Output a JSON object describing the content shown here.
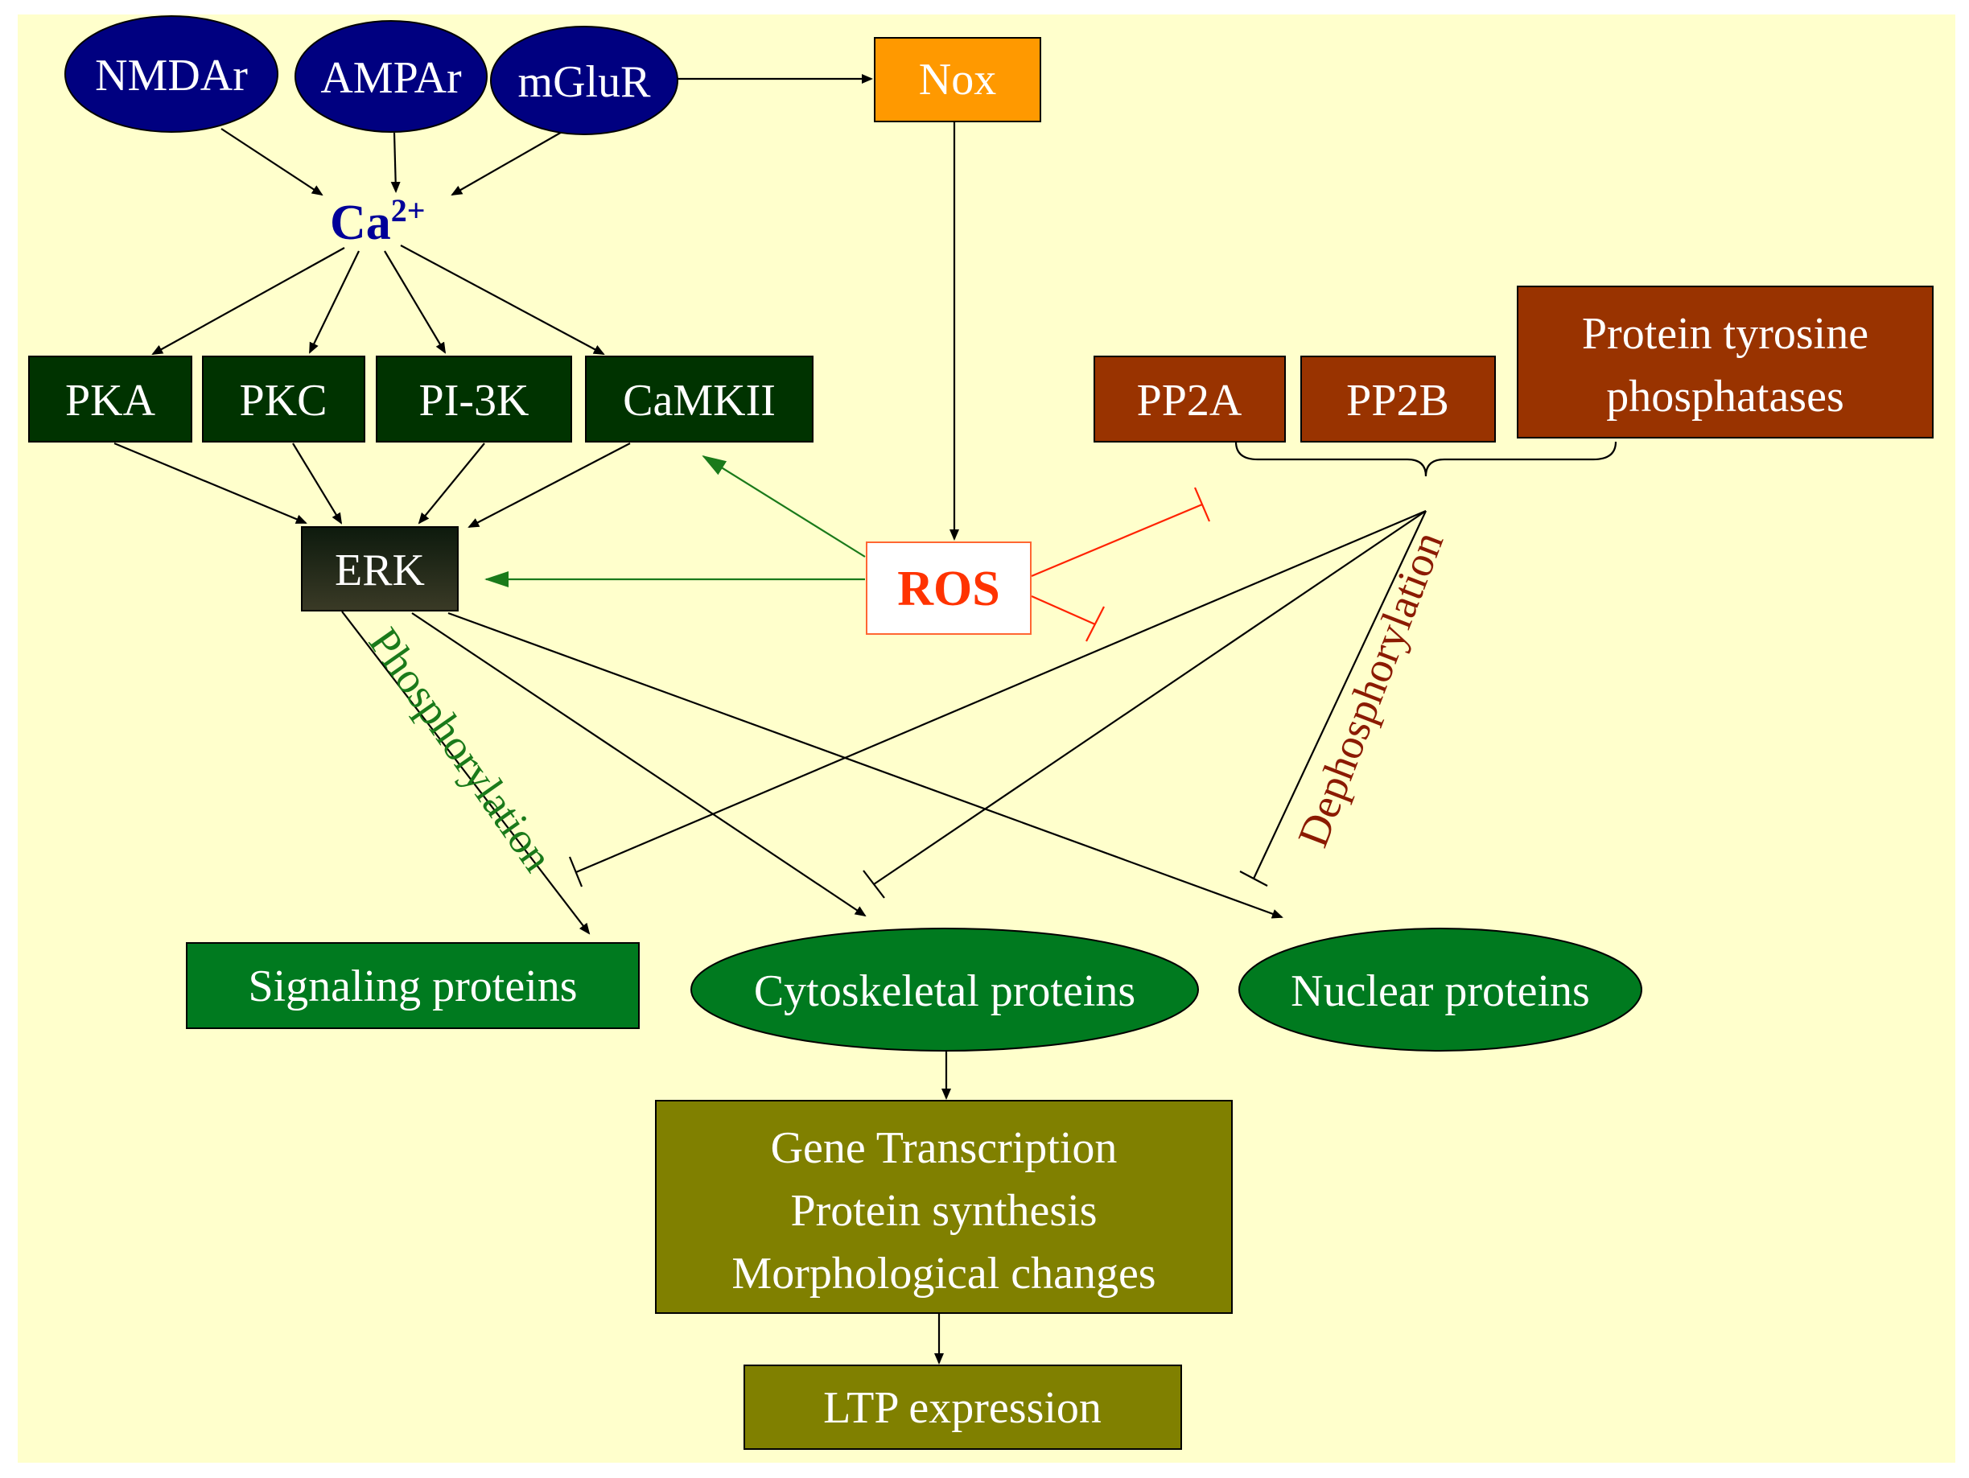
{
  "colors": {
    "background": "#ffffcc",
    "receptor_fill": "#000080",
    "kinase_fill": "#003300",
    "erk_fill": "#333322",
    "phosphatase_fill": "#993300",
    "nox_fill": "#ff9900",
    "ros_text": "#ff3300",
    "ros_border": "#ff6633",
    "target_fill": "#007a1f",
    "outcome_fill": "#808000",
    "calcium_text": "#000099",
    "activation_green": "#1a7a1a",
    "inhibition_red": "#ff2200",
    "phosphorylation_text": "#1a7a1a",
    "dephosphorylation_text": "#8b1a00"
  },
  "receptors": {
    "nmdar": "NMDAr",
    "ampar": "AMPAr",
    "mglur": "mGluR"
  },
  "nox": "Nox",
  "calcium": {
    "base": "Ca",
    "superscript": "2+"
  },
  "kinases": {
    "pka": "PKA",
    "pkc": "PKC",
    "pi3k": "PI-3K",
    "camkii": "CaMKII"
  },
  "erk": "ERK",
  "ros": "ROS",
  "phosphatases": {
    "pp2a": "PP2A",
    "pp2b": "PP2B",
    "ptp_line1": "Protein tyrosine",
    "ptp_line2": "phosphatases"
  },
  "labels": {
    "phosphorylation": "Phosphorylation",
    "dephosphorylation": "Dephosphorylation"
  },
  "targets": {
    "signaling": "Signaling proteins",
    "cytoskeletal": "Cytoskeletal proteins",
    "nuclear": "Nuclear proteins"
  },
  "outcomes": {
    "line1": "Gene Transcription",
    "line2": "Protein synthesis",
    "line3": "Morphological changes",
    "ltp": "LTP expression"
  }
}
